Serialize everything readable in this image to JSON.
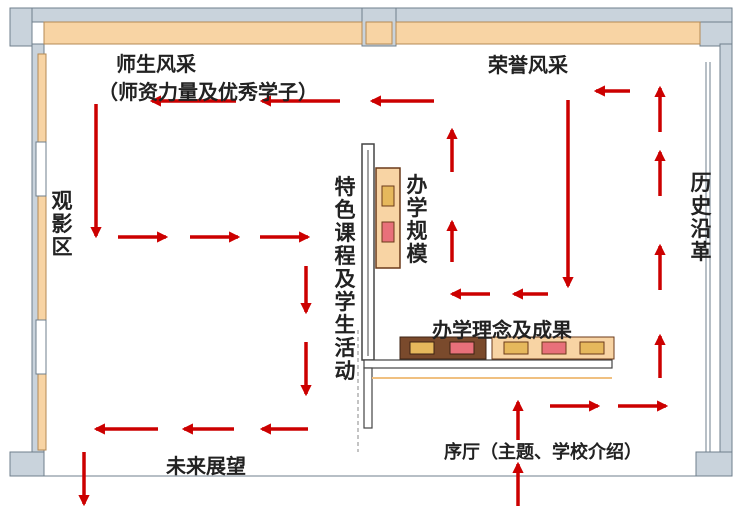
{
  "labels": {
    "teacher_student": "师生风采",
    "teacher_student_sub": "（师资力量及优秀学子）",
    "honors": "荣誉风采",
    "viewing_area": "观影区",
    "special_courses": "特色课程及学生活动",
    "school_scale": "办学规模",
    "history": "历史沿革",
    "philosophy": "办学理念及成果",
    "future": "未来展望",
    "lobby": "序厅（主题、学校介绍）"
  },
  "colors": {
    "arrow": "#cc0000",
    "wall": "#c9d3dc",
    "wall_outline": "#6f7f8c",
    "wood": "#f8d4a4",
    "wood_outline": "#b58a55",
    "cabinet_brown": "#7a4a2c",
    "item_yellow": "#e6b85c",
    "item_pink": "#e8707a"
  }
}
